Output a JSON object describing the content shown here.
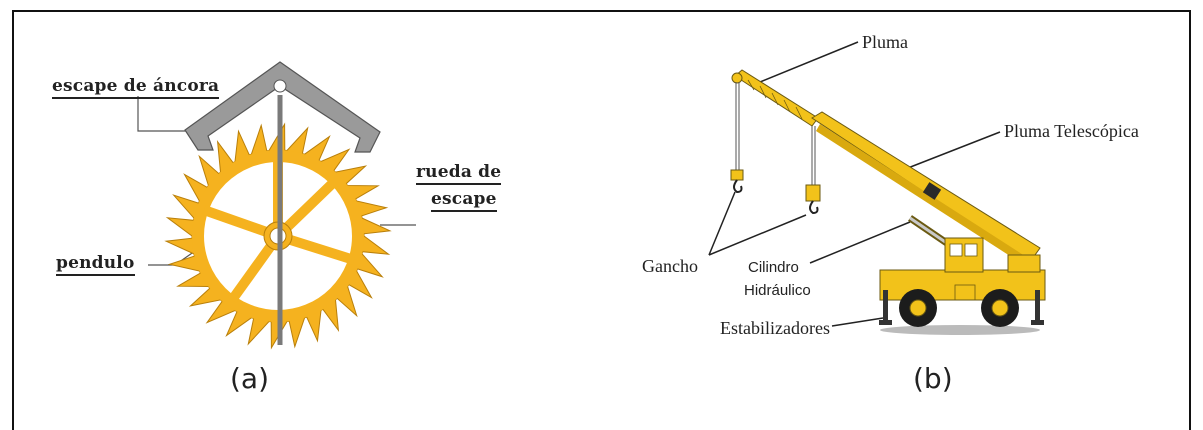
{
  "panel_a": {
    "labels": {
      "anchor": "escape de áncora",
      "wheel_line1": "rueda de",
      "wheel_line2": "escape",
      "pendulum": "pendulo"
    },
    "caption": "(a)"
  },
  "panel_b": {
    "labels": {
      "boom": "Pluma",
      "telescopic": "Pluma Telescópica",
      "hook": "Gancho",
      "cylinder_line1": "Cilindro",
      "cylinder_line2": "Hidráulico",
      "stabilizers": "Estabilizadores"
    },
    "caption": "(b)"
  },
  "colors": {
    "gear": "#f5b21f",
    "gear_outline": "#b97f0a",
    "anchor": "#9a9a9a",
    "crane": "#f2c21a",
    "crane_dark": "#6b5a12",
    "tire": "#1c1c1c"
  }
}
